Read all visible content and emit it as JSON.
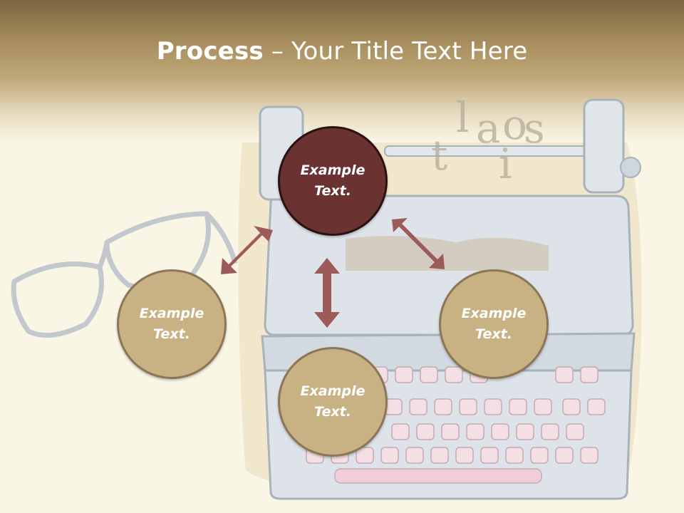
{
  "title": {
    "bold": "Process",
    "rest": " – Your Title Text Here"
  },
  "nodes": {
    "top": "Example Text.",
    "left": "Example Text.",
    "right": "Example Text.",
    "bottom": "Example Text."
  },
  "colors": {
    "center_node": "#6b3232",
    "outer_nodes": "#c8b284",
    "arrows": "#9c5a5a"
  }
}
